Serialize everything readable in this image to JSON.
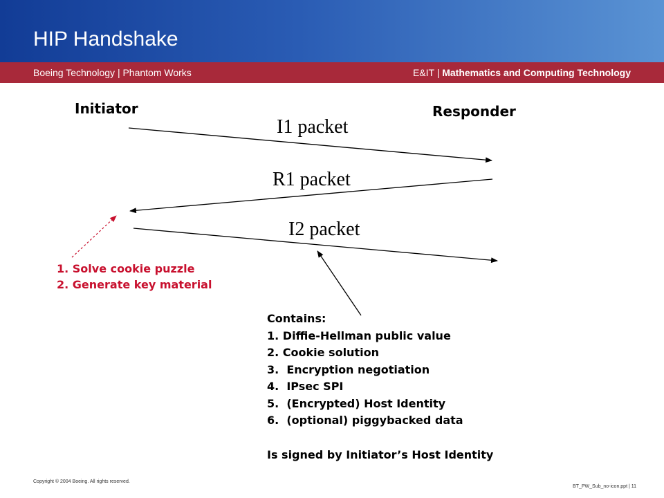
{
  "header": {
    "title": "HIP Handshake",
    "org": "Boeing Technology | Phantom Works",
    "division_prefix": "E&IT | ",
    "division_bold": "Mathematics and Computing Technology"
  },
  "diagram": {
    "initiator": "Initiator",
    "responder": "Responder",
    "packets": [
      "I1 packet",
      "R1 packet",
      "I2 packet"
    ]
  },
  "initiator_steps": [
    "1.  Solve cookie puzzle",
    "2.  Generate key material"
  ],
  "contents": {
    "heading": "Contains:",
    "items": [
      "1. Diffie-Hellman public value",
      "2. Cookie solution",
      "3.  Encryption negotiation",
      "4.  IPsec SPI",
      "5.  (Encrypted) Host Identity",
      "6.  (optional) piggybacked data"
    ],
    "signed": "Is signed by Initiator’s Host Identity"
  },
  "footer": {
    "copyright": "Copyright © 2004 Boeing. All rights reserved.",
    "file": "BT_PW_Sub_no-icon.ppt  | 11"
  },
  "colors": {
    "header_blue": "#123c96",
    "band_red": "#a8293a",
    "note_red": "#c8102e"
  }
}
